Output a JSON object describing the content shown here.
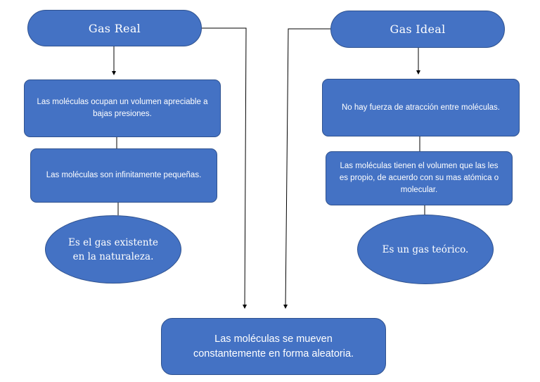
{
  "diagram": {
    "colors": {
      "node_fill": "#4472c4",
      "node_border": "#2f528f",
      "node_text": "#ffffff",
      "connector": "#000000"
    },
    "gas_real": {
      "title": "Gas Real",
      "facts": [
        "Las moléculas ocupan un volumen apreciable a bajas presiones.",
        "Las moléculas son infinitamente pequeñas."
      ],
      "conclusion": "Es el gas existente en la naturaleza."
    },
    "gas_ideal": {
      "title": "Gas Ideal",
      "facts": [
        "No hay fuerza de atracción entre moléculas.",
        "Las moléculas tienen el volumen que las les es propio, de acuerdo con su mas atómica o molecular."
      ],
      "conclusion": "Es un gas teórico."
    },
    "common": "Las moléculas se mueven constantemente en forma aleatoria."
  }
}
